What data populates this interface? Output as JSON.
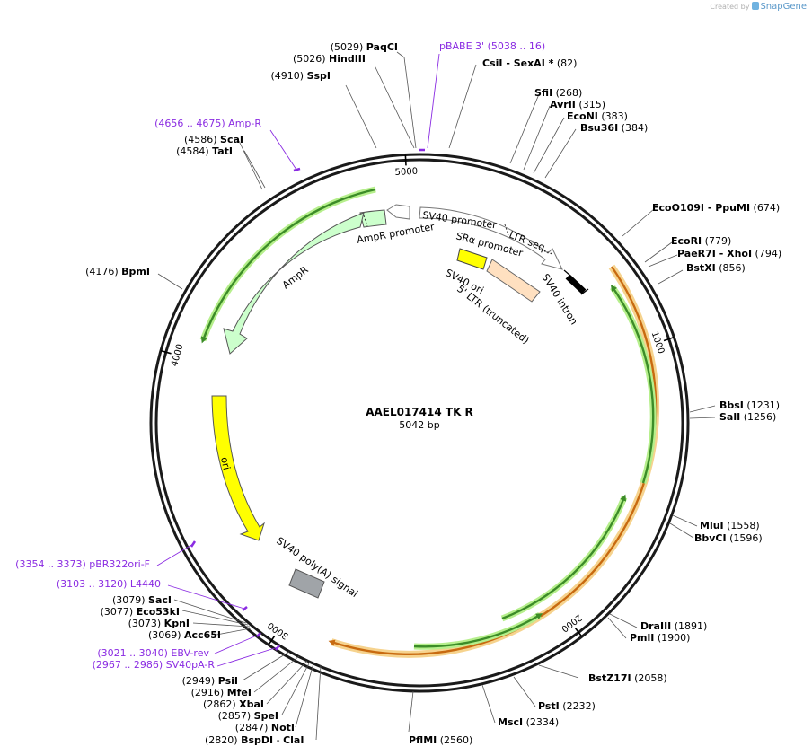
{
  "credit": {
    "prefix": "Created by",
    "brand": "SnapGene"
  },
  "plasmid": {
    "name": "AAEL017414 TK R",
    "length_label": "5042 bp",
    "length": 5042
  },
  "ticks": [
    {
      "pos": 1000,
      "label": "1000"
    },
    {
      "pos": 2000,
      "label": "2000"
    },
    {
      "pos": 3000,
      "label": "3000"
    },
    {
      "pos": 4000,
      "label": "4000"
    },
    {
      "pos": 5000,
      "label": "5000"
    }
  ],
  "sites": [
    {
      "name": "PaqCI",
      "pos_label": "(5029)",
      "pos": 5029,
      "side": "left"
    },
    {
      "name": "HindIII",
      "pos_label": "(5026)",
      "pos": 5026,
      "side": "left"
    },
    {
      "name": "SspI",
      "pos_label": "(4910)",
      "pos": 4910,
      "side": "left"
    },
    {
      "name": "CsiI",
      "extra": "- SexAI *",
      "pos_label": "(82)",
      "pos": 82,
      "side": "right"
    },
    {
      "name": "SfiI",
      "pos_label": "(268)",
      "pos": 268,
      "side": "right"
    },
    {
      "name": "AvrII",
      "pos_label": "(315)",
      "pos": 315,
      "side": "right"
    },
    {
      "name": "EcoNI",
      "pos_label": "(383)",
      "pos": 383,
      "side": "right"
    },
    {
      "name": "Bsu36I",
      "pos_label": "(384)",
      "pos": 384,
      "side": "right"
    },
    {
      "name": "EcoO109I",
      "extra": "- PpuMI",
      "pos_label": "(674)",
      "pos": 674,
      "side": "right"
    },
    {
      "name": "EcoRI",
      "pos_label": "(779)",
      "pos": 779,
      "side": "right"
    },
    {
      "name": "PaeR7I",
      "extra": "- XhoI",
      "pos_label": "(794)",
      "pos": 794,
      "side": "right"
    },
    {
      "name": "BstXI",
      "pos_label": "(856)",
      "pos": 856,
      "side": "right"
    },
    {
      "name": "BbsI",
      "pos_label": "(1231)",
      "pos": 1231,
      "side": "right"
    },
    {
      "name": "SalI",
      "pos_label": "(1256)",
      "pos": 1256,
      "side": "right"
    },
    {
      "name": "MluI",
      "pos_label": "(1558)",
      "pos": 1558,
      "side": "right"
    },
    {
      "name": "BbvCI",
      "pos_label": "(1596)",
      "pos": 1596,
      "side": "right"
    },
    {
      "name": "DraIII",
      "pos_label": "(1891)",
      "pos": 1891,
      "side": "right"
    },
    {
      "name": "PmlI",
      "pos_label": "(1900)",
      "pos": 1900,
      "side": "right"
    },
    {
      "name": "BstZ17I",
      "pos_label": "(2058)",
      "pos": 2058,
      "side": "right"
    },
    {
      "name": "PstI",
      "pos_label": "(2232)",
      "pos": 2232,
      "side": "right"
    },
    {
      "name": "MscI",
      "pos_label": "(2334)",
      "pos": 2334,
      "side": "right"
    },
    {
      "name": "PflMI",
      "pos_label": "(2560)",
      "pos": 2560,
      "side": "right"
    },
    {
      "name": "ClaI",
      "prefix": "-",
      "pos_label": "(2820)",
      "pos": 2820,
      "side": "left",
      "paired_with": "BspDI"
    },
    {
      "name": "BspDI",
      "pos_label": "(2820)",
      "pos": 2820,
      "side": "left"
    },
    {
      "name": "NotI",
      "pos_label": "(2847)",
      "pos": 2847,
      "side": "left"
    },
    {
      "name": "SpeI",
      "pos_label": "(2857)",
      "pos": 2857,
      "side": "left"
    },
    {
      "name": "XbaI",
      "pos_label": "(2862)",
      "pos": 2862,
      "side": "left"
    },
    {
      "name": "MfeI",
      "pos_label": "(2916)",
      "pos": 2916,
      "side": "left"
    },
    {
      "name": "PsiI",
      "pos_label": "(2949)",
      "pos": 2949,
      "side": "left"
    },
    {
      "name": "Acc65I",
      "pos_label": "(3069)",
      "pos": 3069,
      "side": "left"
    },
    {
      "name": "KpnI",
      "pos_label": "(3073)",
      "pos": 3073,
      "side": "left"
    },
    {
      "name": "Eco53kI",
      "pos_label": "(3077)",
      "pos": 3077,
      "side": "left"
    },
    {
      "name": "SacI",
      "pos_label": "(3079)",
      "pos": 3079,
      "side": "left"
    },
    {
      "name": "BpmI",
      "pos_label": "(4176)",
      "pos": 4176,
      "side": "left"
    },
    {
      "name": "TatI",
      "pos_label": "(4584)",
      "pos": 4584,
      "side": "left"
    },
    {
      "name": "ScaI",
      "pos_label": "(4586)",
      "pos": 4586,
      "side": "left"
    }
  ],
  "primers": [
    {
      "name": "pBABE 3'",
      "range": "(5038 .. 16)",
      "start": 5038,
      "end": 16
    },
    {
      "name": "Amp-R",
      "range": "(4656 .. 4675)",
      "start": 4656,
      "end": 4675
    },
    {
      "name": "pBR322ori-F",
      "range": "(3354 .. 3373)",
      "start": 3354,
      "end": 3373
    },
    {
      "name": "L4440",
      "range": "(3103 .. 3120)",
      "start": 3103,
      "end": 3120
    },
    {
      "name": "EBV-rev",
      "range": "(3021 .. 3040)",
      "start": 3021,
      "end": 3040
    },
    {
      "name": "SV40pA-R",
      "range": "(2967 .. 2986)",
      "start": 2967,
      "end": 2986
    }
  ],
  "features": [
    {
      "name": "SV40 promoter",
      "label": "SV40 promoter",
      "start": 25,
      "end": 335,
      "color": "#ffffff"
    },
    {
      "name": "LTR seq",
      "label": "LTR seq...",
      "start": 210,
      "end": 335,
      "color": "#ffffff"
    },
    {
      "name": "SRa promoter",
      "label": "SRα promoter",
      "start": 340,
      "end": 640,
      "color": "#ffffff"
    },
    {
      "name": "SV40 ori",
      "label": "SV40 ori",
      "color": "#ffff00"
    },
    {
      "name": "5' LTR (truncated)",
      "label": "5' LTR (truncated)",
      "color": "#ffe0c0"
    },
    {
      "name": "SV40 intron",
      "label": "SV40 intron",
      "color": "#000000"
    },
    {
      "name": "AmpR",
      "label": "AmpR",
      "color": "#ccffcc"
    },
    {
      "name": "AmpR promoter",
      "label": "AmpR promoter",
      "color": "#ccffcc"
    },
    {
      "name": "ori",
      "label": "ori",
      "color": "#ffff00"
    },
    {
      "name": "SV40 poly(A) signal",
      "label": "SV40 poly(A) signal",
      "color": "#a0a4a8"
    }
  ],
  "colors": {
    "backbone": "#1a1a1a",
    "orf_orange": "#e69a3c",
    "orf_green": "#3c8c28",
    "green_glow": "#b6ef8c",
    "orange_glow": "#f6d38e",
    "primer": "#8a2be2"
  }
}
